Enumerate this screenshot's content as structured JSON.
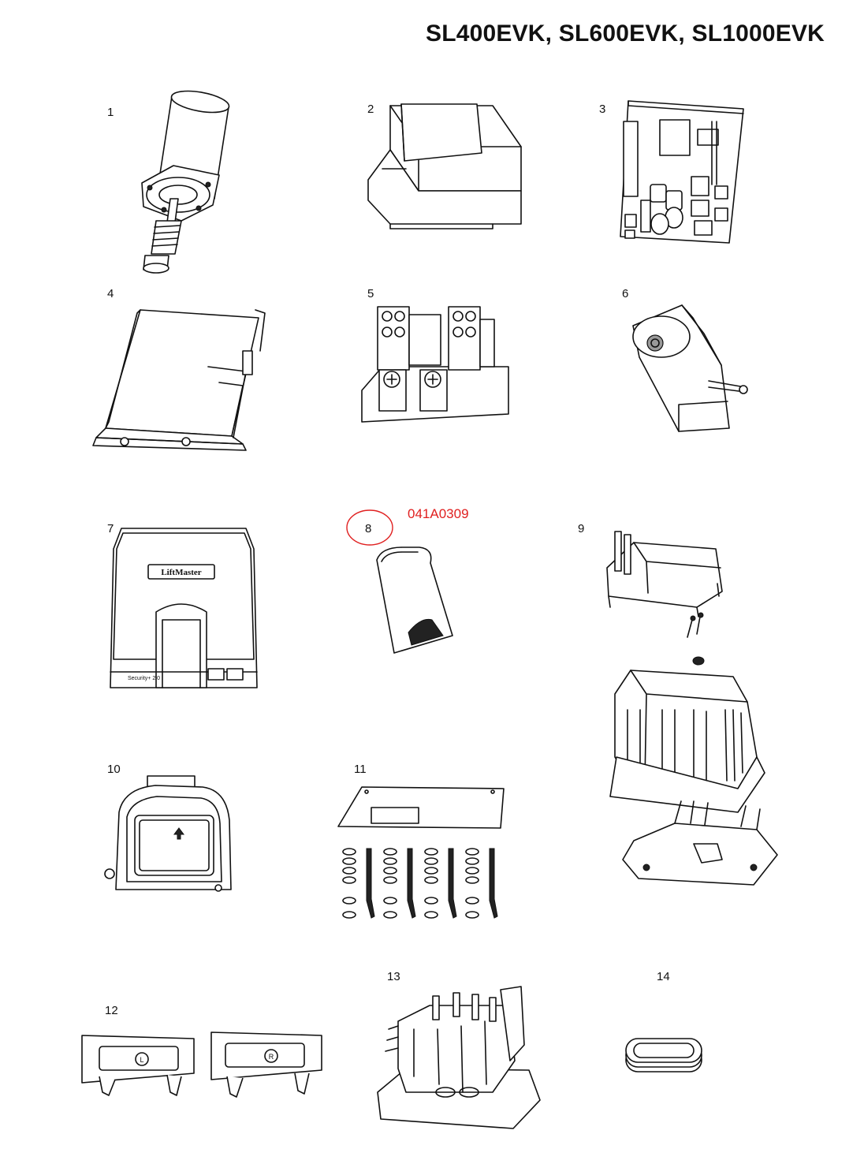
{
  "title": "SL400EVK, SL600EVK, SL1000EVK",
  "parts": [
    {
      "num": "1",
      "icon": "motor-worm-gear-icon"
    },
    {
      "num": "2",
      "icon": "transformer-icon"
    },
    {
      "num": "3",
      "icon": "control-board-icon"
    },
    {
      "num": "4",
      "icon": "board-cover-icon"
    },
    {
      "num": "5",
      "icon": "terminal-block-board-icon"
    },
    {
      "num": "6",
      "icon": "limit-switch-bracket-icon"
    },
    {
      "num": "7",
      "icon": "operator-cover-icon"
    },
    {
      "num": "8",
      "icon": "cover-cap-icon"
    },
    {
      "num": "9",
      "icon": "gearbox-housing-assembly-icon"
    },
    {
      "num": "10",
      "icon": "access-door-icon"
    },
    {
      "num": "11",
      "icon": "mounting-plate-hardware-icon"
    },
    {
      "num": "12",
      "icon": "limit-brackets-icon"
    },
    {
      "num": "13",
      "icon": "base-casting-icon"
    },
    {
      "num": "14",
      "icon": "gasket-icon"
    }
  ],
  "annotation": {
    "part_number": "041A0309",
    "circled_item": "8",
    "color": "#e02020"
  },
  "brand_mark": "LiftMaster",
  "cover_label": "Security+ 2.0"
}
